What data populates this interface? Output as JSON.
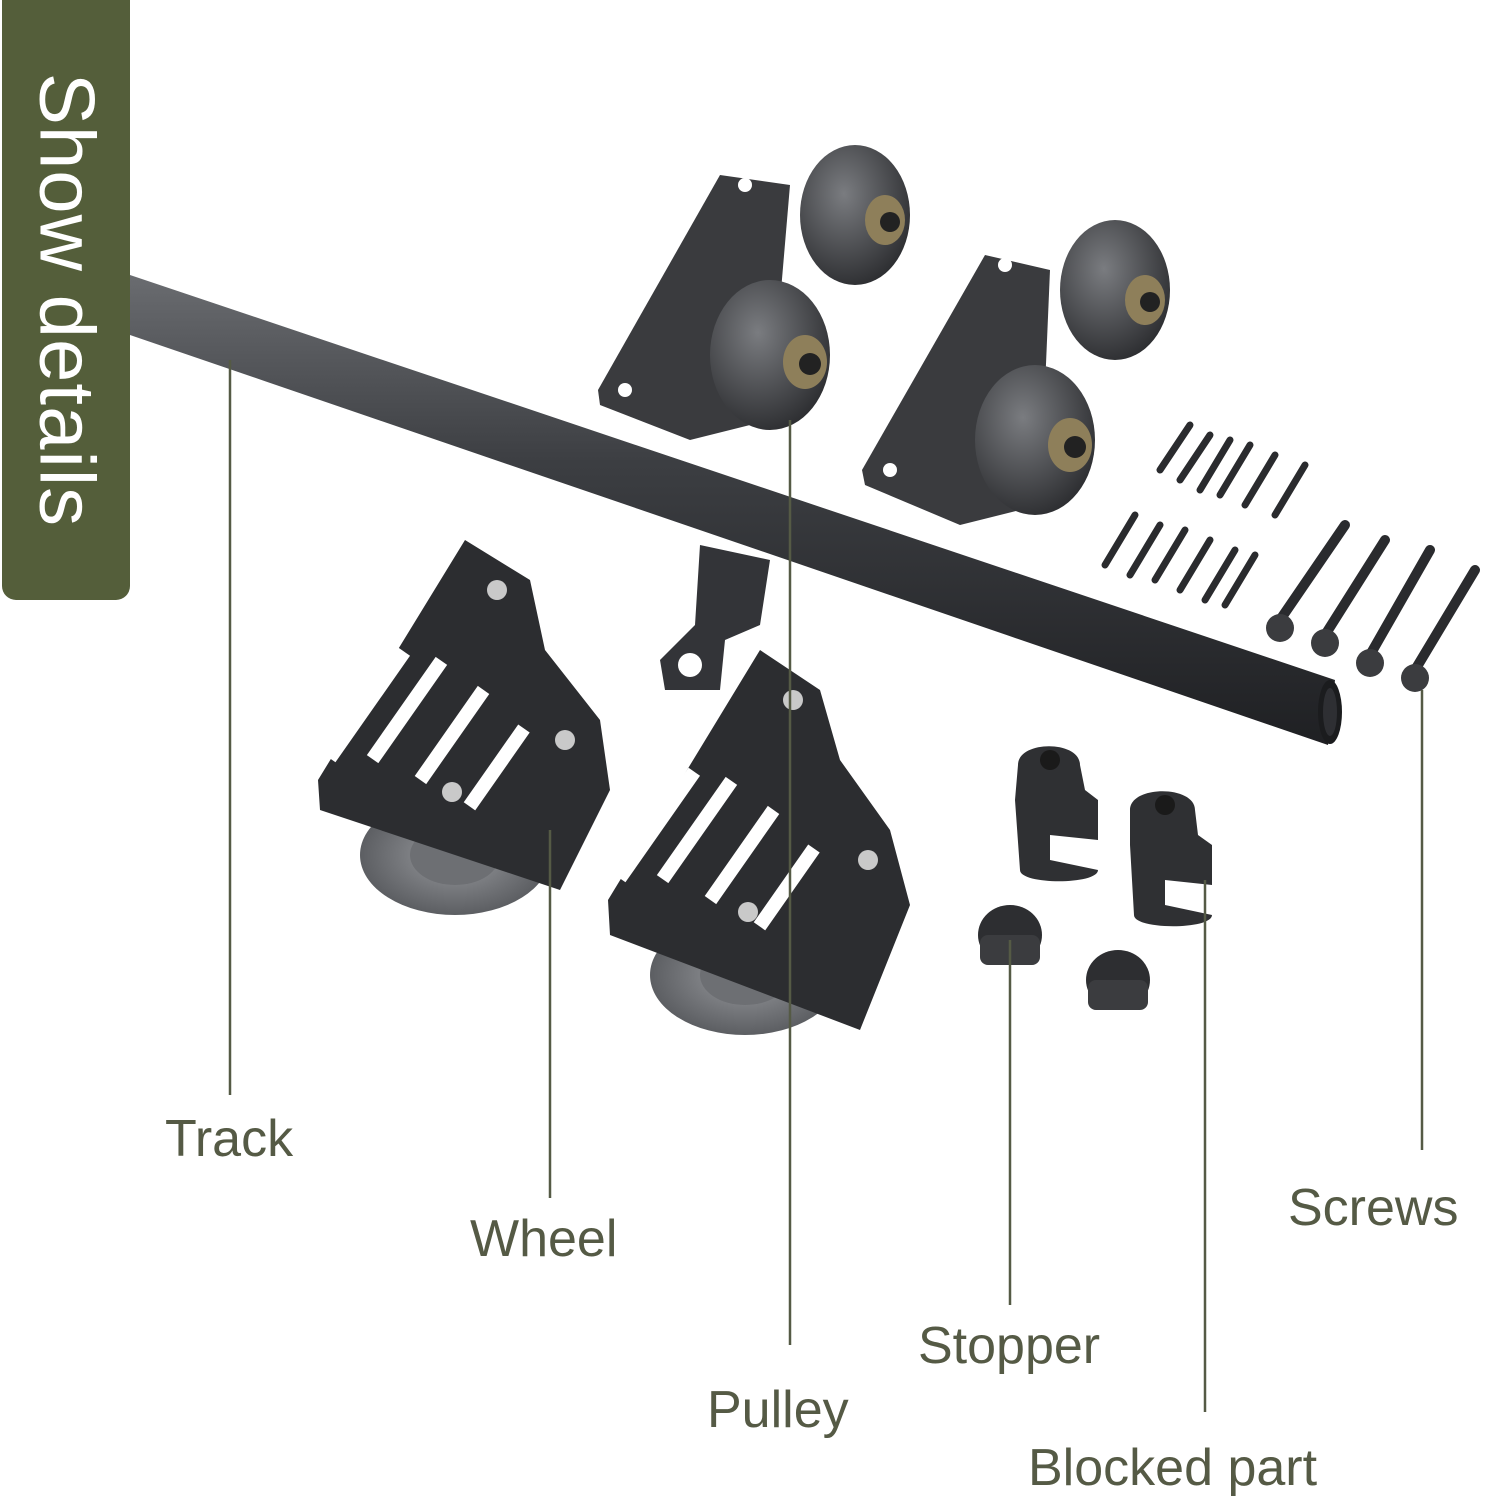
{
  "side_tab": {
    "text": "Show details",
    "color": "#545e3a"
  },
  "labels": {
    "track": "Track",
    "wheel": "Wheel",
    "pulley": "Pulley",
    "stopper": "Stopper",
    "blocked_part": "Blocked part",
    "screws": "Screws"
  },
  "colors": {
    "hardware": "#3a3b3e",
    "leader_line": "#555a45"
  }
}
